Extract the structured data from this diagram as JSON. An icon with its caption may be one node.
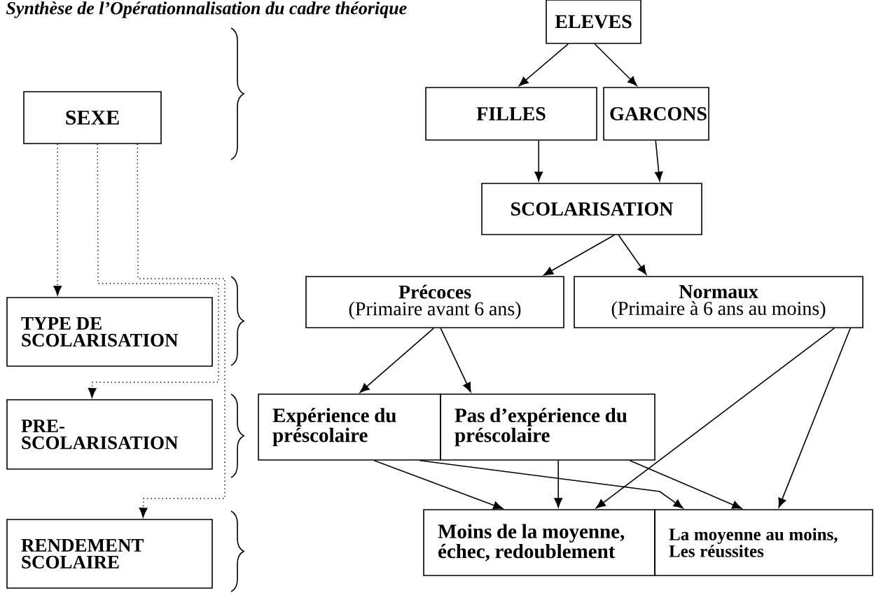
{
  "diagram": {
    "title": "Synthèse de l’Opérationnalisation du cadre théorique",
    "nodes": [
      {
        "text": [
          "ELEVES"
        ]
      },
      {
        "text": [
          "FILLES"
        ]
      },
      {
        "text": [
          "GARCONS"
        ]
      },
      {
        "text": [
          "SCOLARISATION"
        ]
      },
      {
        "text": [
          "Précoces",
          "(Primaire avant 6 ans)"
        ]
      },
      {
        "text": [
          "Normaux",
          "(Primaire à 6 ans au moins)"
        ]
      },
      {
        "text": [
          "Expérience du préscolaire"
        ]
      },
      {
        "text": [
          "Pas d’expérience du préscolaire"
        ]
      },
      {
        "text": [
          "Moins de la moyenne, échec, redoublement"
        ]
      },
      {
        "text": [
          "La moyenne au moins, Les réussites"
        ]
      },
      {
        "text": [
          "SEXE"
        ]
      },
      {
        "text": [
          "TYPE DE SCOLARISATION"
        ]
      },
      {
        "text": [
          "PRE-SCOLARISATION"
        ]
      },
      {
        "text": [
          "RENDEMENT SCOLAIRE"
        ]
      }
    ],
    "edges": [
      {
        "from": 0,
        "to": 1,
        "arrow": "to"
      },
      {
        "from": 0,
        "to": 2,
        "arrow": "to"
      },
      {
        "from": 1,
        "to": 3,
        "arrow": "to"
      },
      {
        "from": 2,
        "to": 3,
        "arrow": "to"
      },
      {
        "from": 3,
        "to": 4,
        "arrow": "to"
      },
      {
        "from": 3,
        "to": 5,
        "arrow": "to"
      },
      {
        "from": 4,
        "to": 6,
        "arrow": "to"
      },
      {
        "from": 4,
        "to": 7,
        "arrow": "to"
      },
      {
        "from": 5,
        "to": 8,
        "arrow": "to"
      },
      {
        "from": 5,
        "to": 9,
        "arrow": "to"
      },
      {
        "from": 6,
        "to": 8,
        "arrow": "to"
      },
      {
        "from": 6,
        "to": 9,
        "arrow": "to"
      },
      {
        "from": 7,
        "to": 8,
        "arrow": "to"
      },
      {
        "from": 7,
        "to": 9,
        "arrow": "to"
      },
      {
        "from": 10,
        "to": 11,
        "arrow": "to",
        "style": "dashed"
      },
      {
        "from": 10,
        "to": 12,
        "arrow": "to",
        "style": "dashed"
      },
      {
        "from": 10,
        "to": 13,
        "arrow": "to",
        "style": "dashed"
      }
    ]
  }
}
